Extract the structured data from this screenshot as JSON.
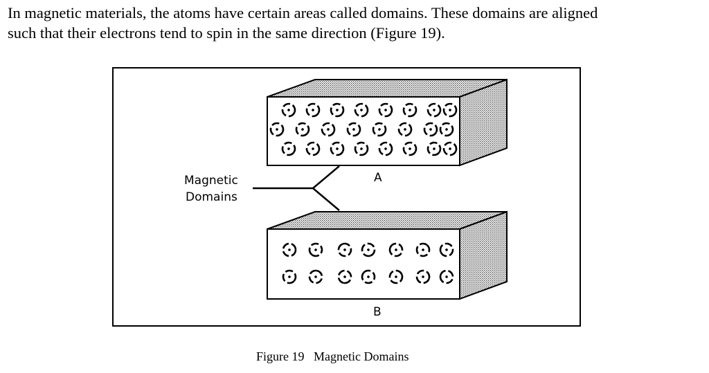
{
  "document": {
    "paragraph_lines": [
      "In magnetic materials, the atoms have certain areas called domains.  These domains are aligned",
      "such that their electrons tend to spin in the same direction (Figure 19)."
    ]
  },
  "figure": {
    "label_line1": "Magnetic",
    "label_line2": "Domains",
    "block_a_label": "A",
    "block_b_label": "B",
    "caption": "Figure 19   Magnetic Domains"
  }
}
